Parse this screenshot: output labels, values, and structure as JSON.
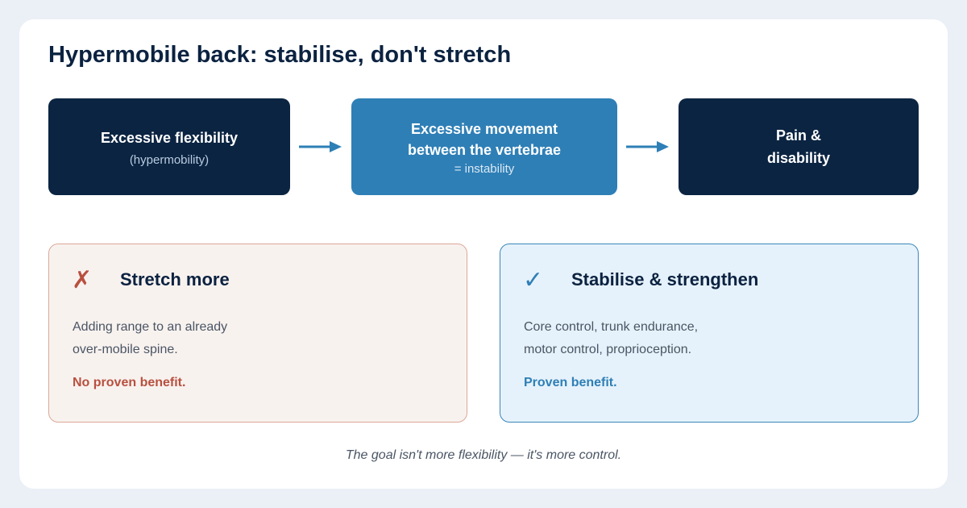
{
  "title": "Hypermobile back: stabilise, don't stretch",
  "flow": {
    "step1": {
      "main": "Excessive flexibility",
      "sub": "(hypermobility)"
    },
    "step2": {
      "main_line1": "Excessive movement",
      "main_line2": "between the vertebrae",
      "sub": "= instability"
    },
    "step3": {
      "main_line1": "Pain &",
      "main_line2": "disability"
    }
  },
  "panels": {
    "bad": {
      "icon": "cross-mark-icon",
      "icon_glyph": "✗",
      "title": "Stretch more",
      "body_line1": "Adding range to an already",
      "body_line2": "over-mobile spine.",
      "verdict": "No proven benefit.",
      "color": "#b8503f"
    },
    "good": {
      "icon": "check-mark-icon",
      "icon_glyph": "✓",
      "title": "Stabilise & strengthen",
      "body_line1": "Core control, trunk endurance,",
      "body_line2": "motor control, proprioception.",
      "verdict": "Proven benefit.",
      "color": "#2e7fb6"
    }
  },
  "footer": "The goal isn't more flexibility — it's more control.",
  "colors": {
    "background": "#ebeff6",
    "dark_box": "#0b2442",
    "accent_blue": "#2e7fb6",
    "accent_red": "#b8503f"
  }
}
